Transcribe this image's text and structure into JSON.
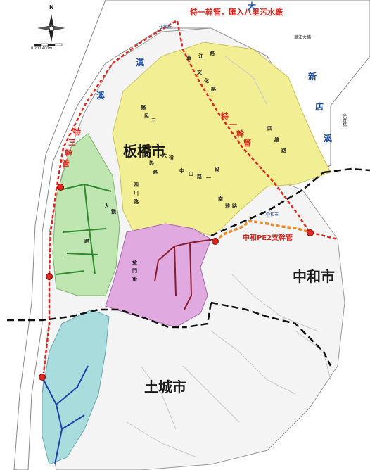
{
  "map": {
    "compass": {
      "north": "N",
      "scale": "0  200  400m"
    },
    "rivers": {
      "dahan_chars": [
        "大",
        "漢",
        "溪"
      ],
      "xindian_chars": [
        "新",
        "店",
        "溪"
      ]
    },
    "cities": {
      "banqiao": "板橋市",
      "zhonghe": "中和市",
      "tucheng": "土城市"
    },
    "trunks": {
      "main_top": "特一幹管，匯入八里污水廠",
      "main_segment": [
        "特",
        "一",
        "幹",
        "管"
      ],
      "special_three": [
        "特",
        "三",
        "幹",
        "管"
      ],
      "zhonghe_branch": "中和PE2支幹管"
    },
    "places": {
      "top_left_small": "往新莊",
      "xue_bridge": "華江大橋",
      "guangfu_bridge": "光復橋",
      "zhonghe_small": "中和市"
    },
    "roads": [
      "三",
      "民",
      "路",
      "中",
      "山",
      "路",
      "一",
      "段",
      "文",
      "化",
      "路",
      "縣",
      "民",
      "大",
      "道",
      "四",
      "川",
      "路",
      "南",
      "雅",
      "路",
      "四",
      "維",
      "路",
      "華",
      "江",
      "路",
      "大",
      "觀",
      "路",
      "金",
      "門",
      "街"
    ],
    "colors": {
      "banqiao_fill": "#f2ee93",
      "zhonghe_fill": "#e0a9e0",
      "green_fill": "#bfe6b0",
      "tucheng_fill": "#a9dcdc",
      "red_dash": "#e0261f",
      "orange_dash": "#f28c2a",
      "green_line": "#2f8a2f",
      "blue_line": "#1f3fa8",
      "maroon_line": "#8a1c2b"
    }
  }
}
